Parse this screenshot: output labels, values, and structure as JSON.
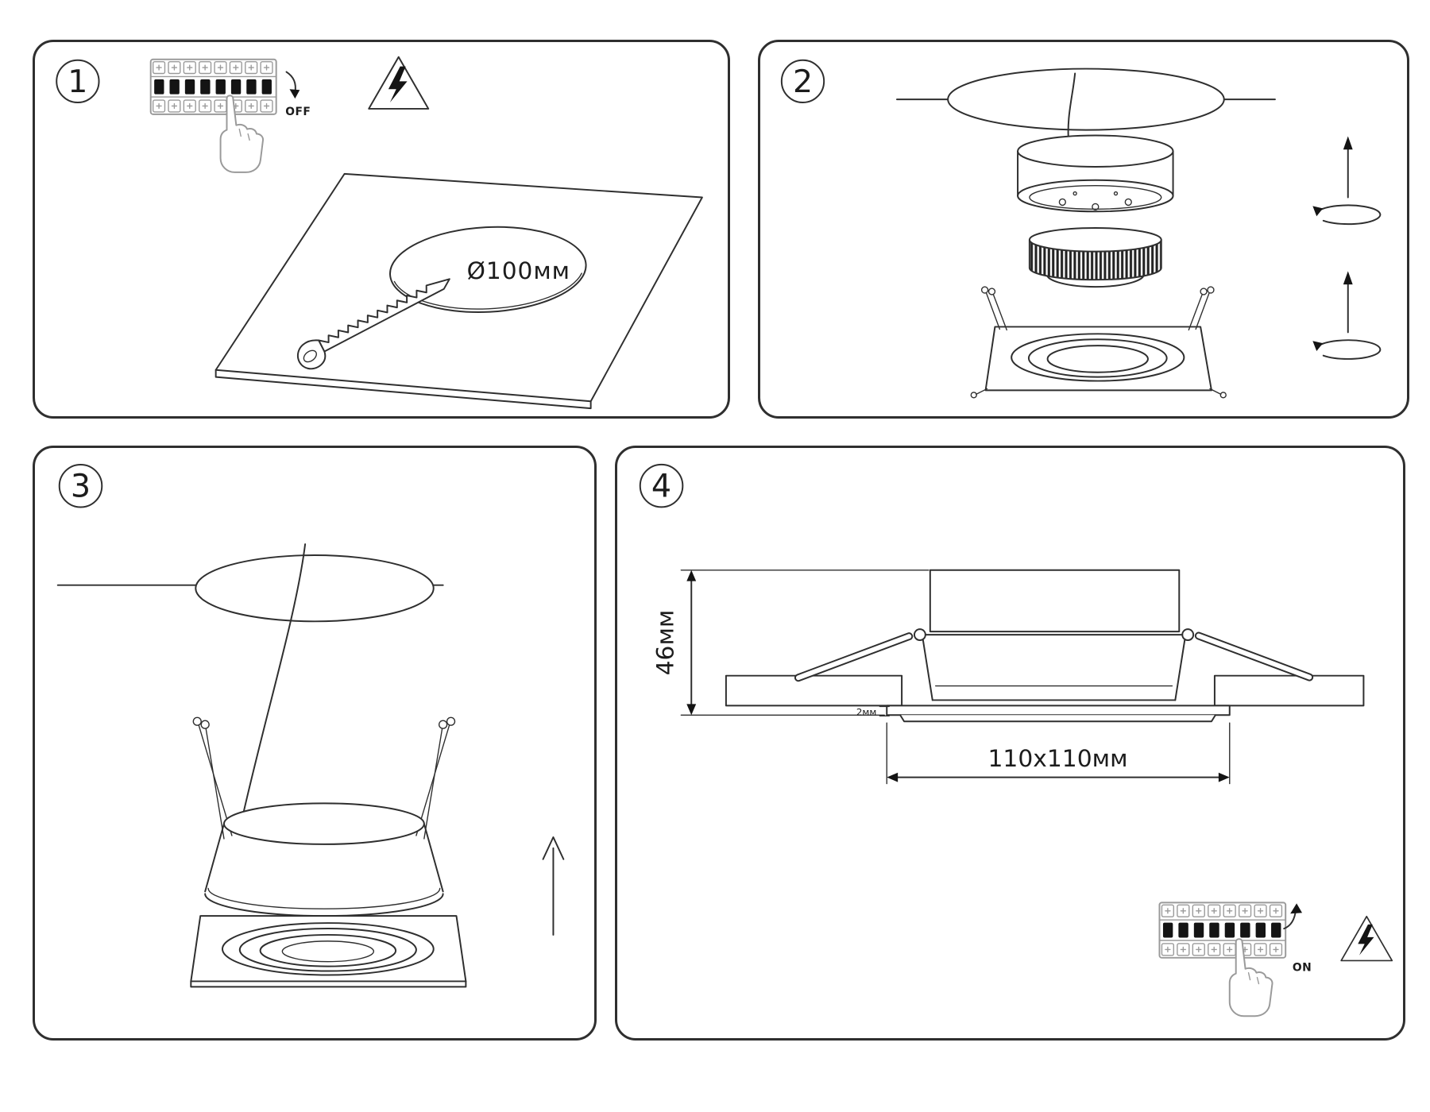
{
  "colors": {
    "line": "#2f2f2f",
    "light_line": "#9a9a9a",
    "black": "#141414",
    "background": "#ffffff"
  },
  "panel1": {
    "step": "1",
    "off": "OFF",
    "diameter": "Ø100мм"
  },
  "panel2": {
    "step": "2"
  },
  "panel3": {
    "step": "3"
  },
  "panel4": {
    "step": "4",
    "height": "46мм",
    "thickness": "2мм",
    "size": "110x110мм",
    "on": "ON"
  }
}
